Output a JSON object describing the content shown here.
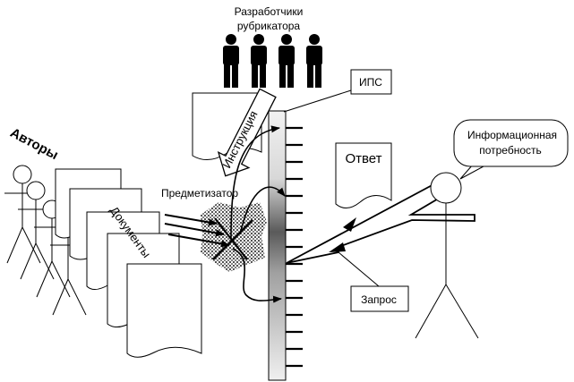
{
  "labels": {
    "developers_line1": "Разработчики",
    "developers_line2": "рубрикатора",
    "ips": "ИПС",
    "instruction": "Инструкция",
    "authors": "Авторы",
    "indexer": "Предметизатор",
    "documents": "Документы",
    "answer": "Ответ",
    "need_line1": "Информационная",
    "need_line2": "потребность",
    "request": "Запрос"
  },
  "colors": {
    "line": "#000000",
    "paper": "#ffffff",
    "scale_dark": "#5a5a5a",
    "scale_light": "#f2f2f2"
  }
}
